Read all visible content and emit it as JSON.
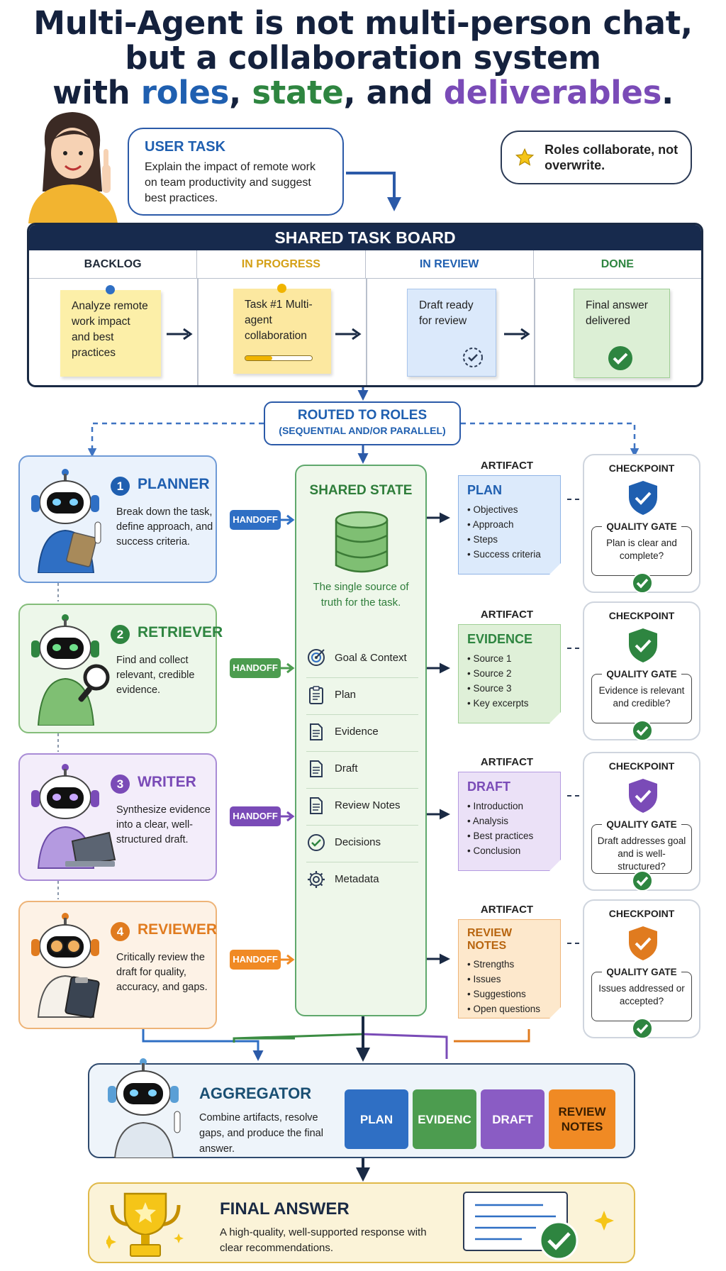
{
  "title": {
    "line1": "Multi-Agent is not multi-person chat,",
    "line2": "but a collaboration system",
    "line3_pre": "with ",
    "roles": "roles",
    "comma1": ", ",
    "state": "state",
    "comma2": ", and ",
    "deliverables": "deliverables",
    "period": "."
  },
  "user_task": {
    "title": "USER TASK",
    "text": "Explain the impact of remote work on team productivity and suggest best practices."
  },
  "callout": {
    "text": "Roles collaborate, not overwrite.",
    "icon": "star-icon"
  },
  "board": {
    "title": "SHARED TASK BOARD",
    "columns": [
      {
        "label": "BACKLOG",
        "color": "#1f2937"
      },
      {
        "label": "IN PROGRESS",
        "color": "#d4a017"
      },
      {
        "label": "IN REVIEW",
        "color": "#1f5fb0"
      },
      {
        "label": "DONE",
        "color": "#2e8540"
      }
    ],
    "cards": [
      {
        "text": "Analyze remote work impact and best practices"
      },
      {
        "text": "Task #1 Multi-agent collaboration"
      },
      {
        "text": "Draft ready for review"
      },
      {
        "text": "Final answer delivered"
      }
    ]
  },
  "routing": {
    "title": "ROUTED TO ROLES",
    "subtitle": "(SEQUENTIAL AND/OR PARALLEL)"
  },
  "roles": [
    {
      "num": "1",
      "name": "PLANNER",
      "desc": "Break down the task, define approach, and success criteria.",
      "color": "#1f5fb0",
      "bg": "#eaf2fc"
    },
    {
      "num": "2",
      "name": "RETRIEVER",
      "desc": "Find and collect relevant, credible evidence.",
      "color": "#2e8540",
      "bg": "#edf7ea"
    },
    {
      "num": "3",
      "name": "WRITER",
      "desc": "Synthesize evidence into a clear, well-structured draft.",
      "color": "#7a4bb7",
      "bg": "#f3edfa"
    },
    {
      "num": "4",
      "name": "REVIEWER",
      "desc": "Critically review the draft for quality, accuracy, and gaps.",
      "color": "#e07b1f",
      "bg": "#fdf2e6"
    }
  ],
  "handoff_label": "HANDOFF",
  "shared_state": {
    "title": "SHARED STATE",
    "subtitle": "The single source of truth for the task.",
    "items": [
      "Goal & Context",
      "Plan",
      "Evidence",
      "Draft",
      "Review Notes",
      "Decisions",
      "Metadata"
    ]
  },
  "artifact_label": "ARTIFACT",
  "artifacts": [
    {
      "title": "PLAN",
      "items": [
        "Objectives",
        "Approach",
        "Steps",
        "Success criteria"
      ],
      "color": "#1f5fb0",
      "bg": "#dceafb"
    },
    {
      "title": "EVIDENCE",
      "items": [
        "Source 1",
        "Source 2",
        "Source 3",
        "Key excerpts"
      ],
      "color": "#2e8540",
      "bg": "#dff0d8"
    },
    {
      "title": "DRAFT",
      "items": [
        "Introduction",
        "Analysis",
        "Best practices",
        "Conclusion"
      ],
      "color": "#7a4bb7",
      "bg": "#ebe1f7"
    },
    {
      "title": "REVIEW NOTES",
      "items": [
        "Strengths",
        "Issues",
        "Suggestions",
        "Open questions"
      ],
      "color": "#b8650f",
      "bg": "#fde8cc"
    }
  ],
  "checkpoint_label": "CHECKPOINT",
  "quality_gate_label": "QUALITY GATE",
  "checkpoints": [
    {
      "question": "Plan is clear and complete?",
      "color": "#1f5fb0"
    },
    {
      "question": "Evidence is relevant and credible?",
      "color": "#2e8540"
    },
    {
      "question": "Draft addresses goal and is well-structured?",
      "color": "#7a4bb7"
    },
    {
      "question": "Issues addressed or accepted?",
      "color": "#e07b1f"
    }
  ],
  "aggregator": {
    "title": "AGGREGATOR",
    "desc": "Combine artifacts, resolve gaps, and produce the final answer.",
    "pieces": [
      {
        "label": "PLAN",
        "color": "#2f6fc4"
      },
      {
        "label": "EVIDENC",
        "color": "#4c9c4f"
      },
      {
        "label": "DRAFT",
        "color": "#8a5cc4"
      },
      {
        "label": "REVIEW NOTES",
        "color": "#f08a24"
      }
    ]
  },
  "final": {
    "title": "FINAL ANSWER",
    "desc": "A high-quality, well-supported response with clear recommendations."
  }
}
